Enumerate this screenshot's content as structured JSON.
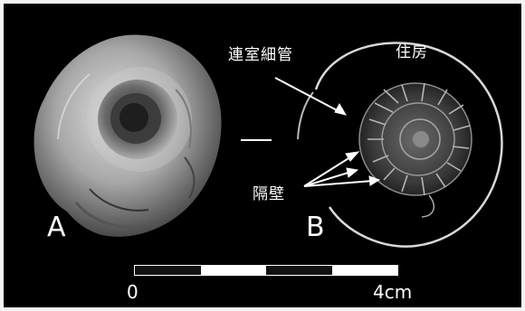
{
  "figure": {
    "panel_a_label": "A",
    "panel_b_label": "B",
    "annotations": {
      "siphuncle": "連室細管",
      "living_chamber": "住房",
      "septa": "隔壁"
    },
    "scale_bar": {
      "tick_start": "0",
      "tick_end": "4cm",
      "segments": [
        "dark",
        "light",
        "dark",
        "light"
      ]
    }
  },
  "colors": {
    "background": "#000000",
    "annotation": "#ffffff",
    "fossil_a": "#b8b8b8",
    "fossil_b": "#5a5a5a"
  }
}
